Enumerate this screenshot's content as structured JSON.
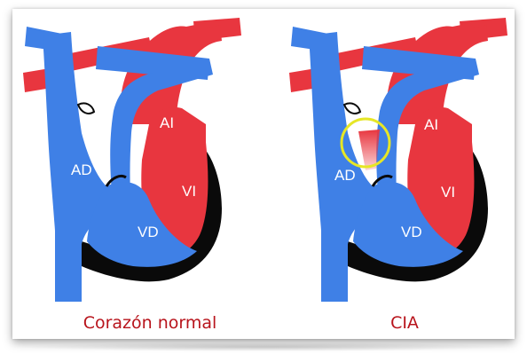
{
  "colors": {
    "arterial_red": "#e8363f",
    "venous_blue": "#3f80e6",
    "outline_black": "#0a0a0a",
    "caption_red": "#b8141c",
    "highlight_ring": "#e6e626"
  },
  "panels": [
    {
      "labels": {
        "ad": "AD",
        "ai": "AI",
        "vd": "VD",
        "vi": "VI"
      },
      "caption": "Corazón normal",
      "defect_highlight": false
    },
    {
      "labels": {
        "ad": "AD",
        "ai": "AI",
        "vd": "VD",
        "vi": "VI"
      },
      "caption": "CIA",
      "defect_highlight": true
    }
  ]
}
